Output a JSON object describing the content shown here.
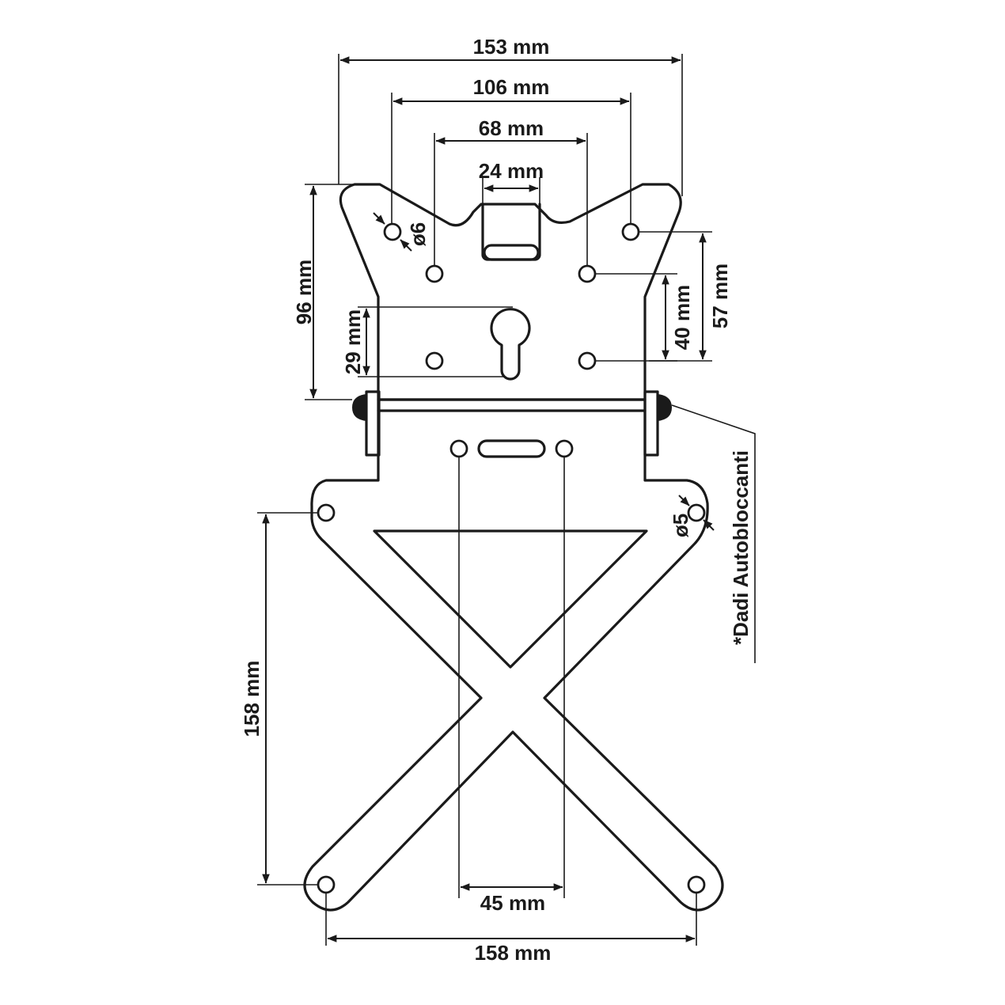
{
  "dimensions": {
    "width_overall": "153 mm",
    "width_outer_holes": "106 mm",
    "width_inner_holes": "68 mm",
    "width_slot": "24 mm",
    "height_upper_plate": "96 mm",
    "height_keyhole": "29 mm",
    "height_holes_40": "40 mm",
    "height_holes_57": "57 mm",
    "height_lower_frame": "158 mm",
    "width_lower_frame": "158 mm",
    "spacing_center_holes": "45 mm",
    "hole_diameter_upper": "ø6",
    "hole_diameter_lower": "ø5"
  },
  "note": "*Dadi Autobloccanti",
  "colors": {
    "line": "#1a1a1a",
    "background": "#ffffff"
  }
}
